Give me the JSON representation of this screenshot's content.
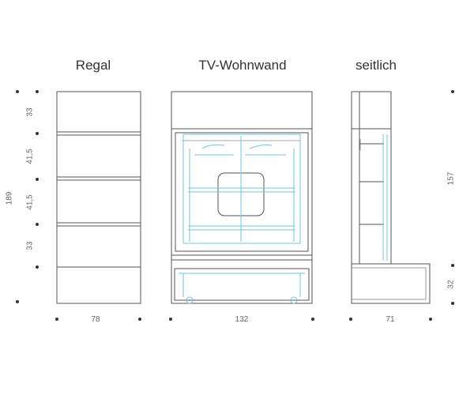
{
  "titles": {
    "regal": "Regal",
    "tv_wohnwand": "TV-Wohnwand",
    "seitlich": "seitlich"
  },
  "dimensions": {
    "total_height": "189",
    "shelf_top": "33",
    "shelf_upper_mid": "41,5",
    "shelf_lower_mid": "41,5",
    "shelf_bottom": "33",
    "side_upper_height": "157",
    "side_lower_height": "32",
    "regal_width": "78",
    "tv_width": "132",
    "side_depth": "71"
  },
  "colors": {
    "line": "#555555",
    "accent": "#6ec6e6",
    "dot": "#333333"
  }
}
